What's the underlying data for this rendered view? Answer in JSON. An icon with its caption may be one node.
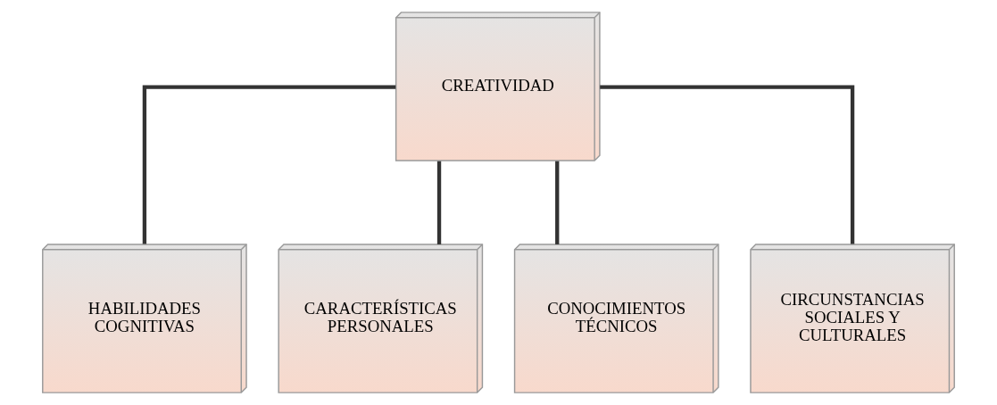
{
  "diagram": {
    "nodes": [
      {
        "text": [
          "CREATIVIDAD"
        ]
      },
      {
        "text": [
          "HABILIDADES COGNITIVAS"
        ]
      },
      {
        "text": [
          "CARACTERÍSTICAS PERSONALES"
        ]
      },
      {
        "text": [
          "CONOCIMIENTOS TÉCNICOS"
        ]
      },
      {
        "text": [
          "CIRCUNSTANCIAS SOCIALES Y CULTURALES"
        ]
      }
    ],
    "edges": [
      {
        "from": 0,
        "to": 1,
        "arrow": "none"
      },
      {
        "from": 0,
        "to": 2,
        "arrow": "none"
      },
      {
        "from": 0,
        "to": 3,
        "arrow": "none"
      },
      {
        "from": 0,
        "to": 4,
        "arrow": "none"
      }
    ]
  }
}
